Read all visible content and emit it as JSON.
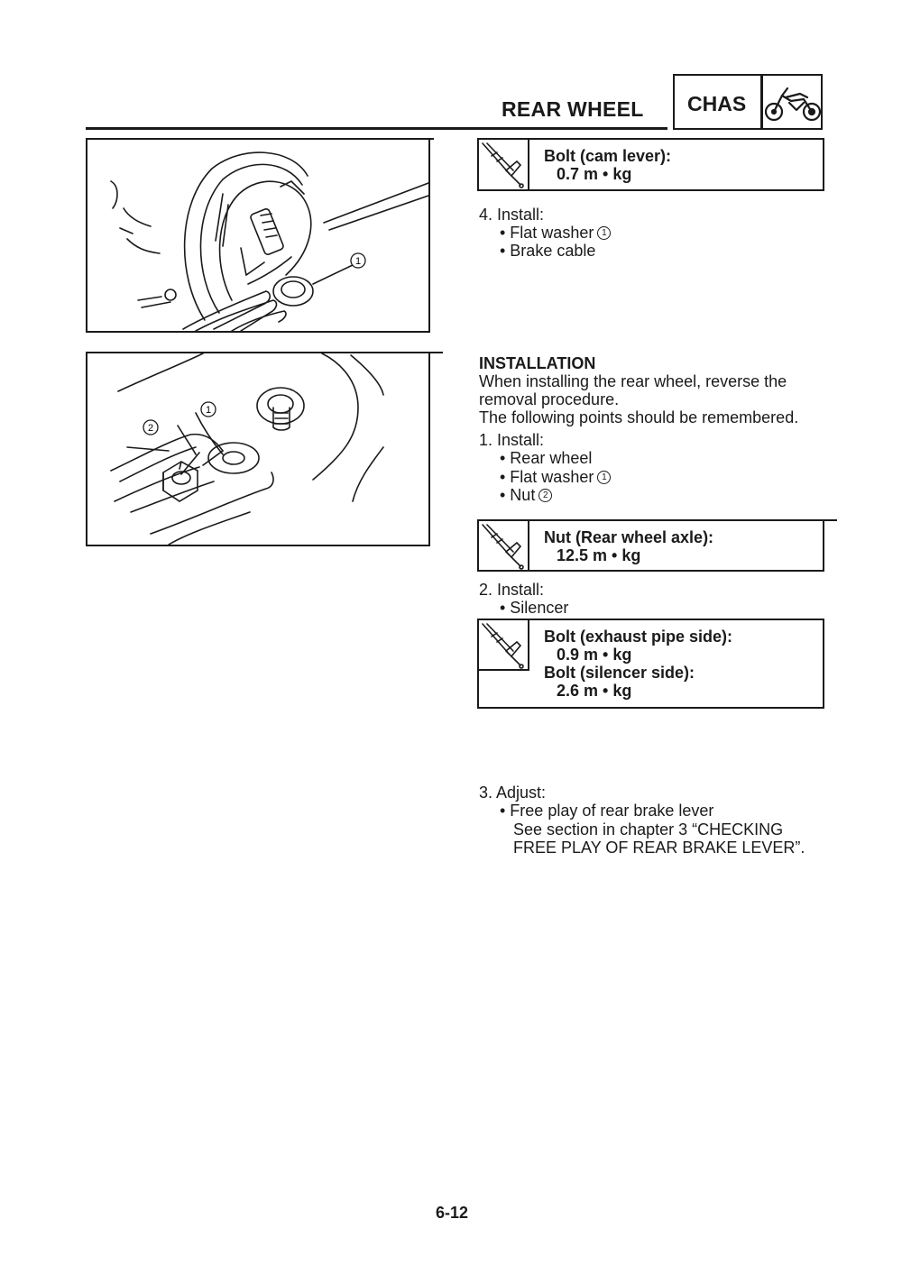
{
  "header": {
    "section_title": "REAR WHEEL",
    "chapter_code": "CHAS",
    "chapter_icon": "motorcycle-icon"
  },
  "figures": [
    {
      "name": "brake-shoe-figure",
      "callouts": [
        "1"
      ]
    },
    {
      "name": "axle-nut-figure",
      "callouts": [
        "1",
        "2"
      ]
    }
  ],
  "torque_icon": "torque-wrench-icon",
  "torque_boxes": [
    {
      "lines": [
        "Bolt (cam lever):",
        "0.7 m • kg"
      ]
    },
    {
      "lines": [
        "Nut (Rear wheel axle):",
        "12.5 m • kg"
      ]
    },
    {
      "lines": [
        "Bolt (exhaust pipe side):",
        "0.9 m • kg",
        "Bolt (silencer side):",
        "2.6 m • kg"
      ]
    }
  ],
  "step4": {
    "label": "4. Install:",
    "items": [
      {
        "text": "• Flat washer",
        "ref": "1"
      },
      {
        "text": "• Brake cable"
      }
    ]
  },
  "installation": {
    "heading": "INSTALLATION",
    "intro": [
      "When installing the rear wheel, reverse the",
      "removal procedure.",
      "The following points should be remembered."
    ],
    "step1": {
      "label": "1. Install:",
      "items": [
        {
          "text": "• Rear wheel"
        },
        {
          "text": "• Flat washer",
          "ref": "1"
        },
        {
          "text": "• Nut",
          "ref": "2"
        }
      ]
    },
    "step2": {
      "label": "2. Install:",
      "items": [
        {
          "text": "• Silencer"
        }
      ]
    },
    "step3": {
      "label": "3. Adjust:",
      "items": [
        {
          "text": "• Free play of rear brake lever"
        }
      ],
      "note": [
        "See section in chapter 3 “CHECKING",
        "FREE PLAY OF REAR BRAKE LEVER”."
      ]
    }
  },
  "page_number": "6-12"
}
